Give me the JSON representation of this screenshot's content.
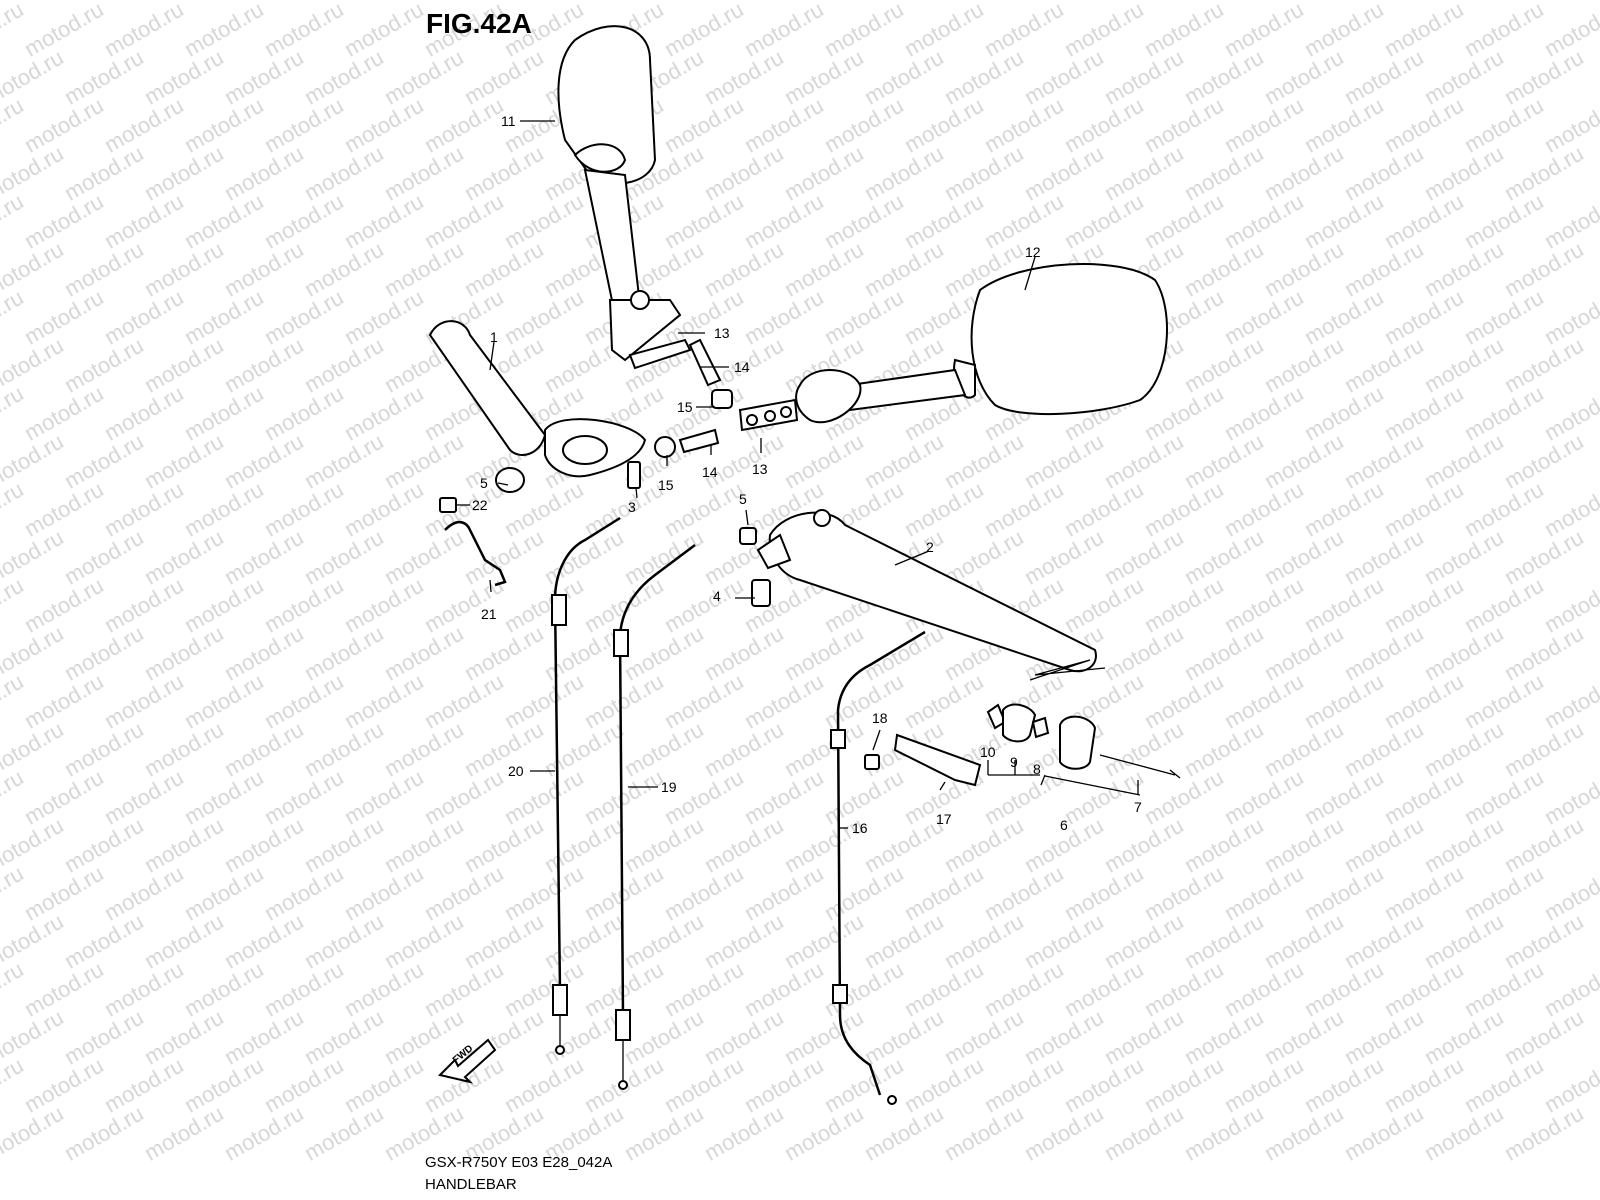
{
  "figure": {
    "title": "FIG.42A",
    "model_code": "GSX-R750Y E03 E28_042A",
    "section": "HANDLEBAR"
  },
  "watermark": "motod.ru",
  "fwd_label": "FWD",
  "callouts": {
    "c1": "1",
    "c2": "2",
    "c3": "3",
    "c4": "4",
    "c5a": "5",
    "c5b": "5",
    "c6": "6",
    "c7": "7",
    "c8": "8",
    "c9": "9",
    "c10": "10",
    "c11": "11",
    "c12": "12",
    "c13a": "13",
    "c13b": "13",
    "c14a": "14",
    "c14b": "14",
    "c15a": "15",
    "c15b": "15",
    "c16": "16",
    "c17": "17",
    "c18": "18",
    "c19": "19",
    "c20": "20",
    "c21": "21",
    "c22": "22"
  }
}
